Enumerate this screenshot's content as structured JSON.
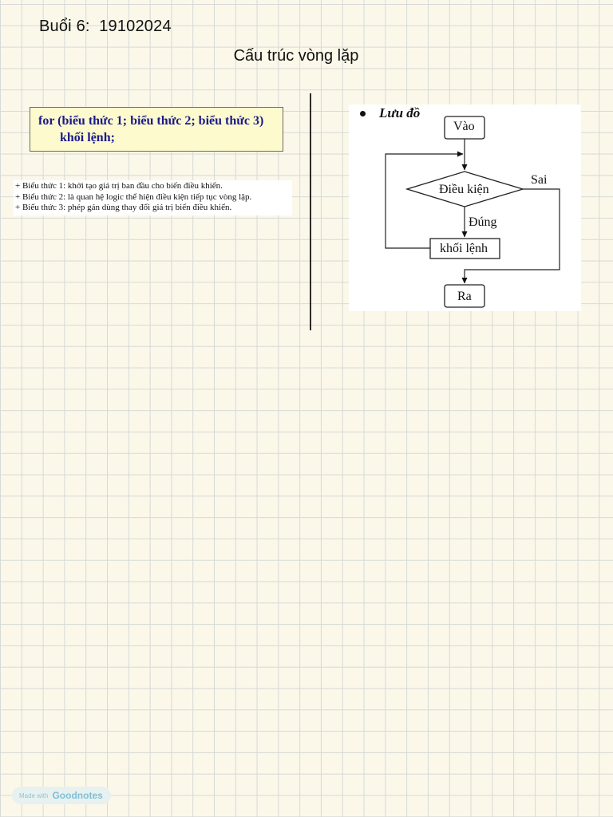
{
  "header": {
    "session": "Buổi 6:  19102024",
    "title": "Cấu trúc vòng lặp"
  },
  "syntax": {
    "line1": "for (biểu thức 1; biểu thức 2; biểu thức 3)",
    "line2": "khối lệnh;"
  },
  "notes": [
    "+ Biểu thức 1: khởi tạo giá trị ban đầu cho biến điều khiển.",
    "+ Biểu thức 2: là quan hệ logic thể hiện điều kiện tiếp tục vòng lặp.",
    "+ Biểu thức 3: phép gán dùng thay đổi giá trị biến điều khiển."
  ],
  "flowchart": {
    "bullet_label": "Lưu đồ",
    "start": "Vào",
    "condition": "Điều kiện",
    "false_label": "Sai",
    "true_label": "Đúng",
    "body": "khối lệnh",
    "end": "Ra"
  },
  "watermark": {
    "prefix": "Made with",
    "brand": "Goodnotes"
  }
}
